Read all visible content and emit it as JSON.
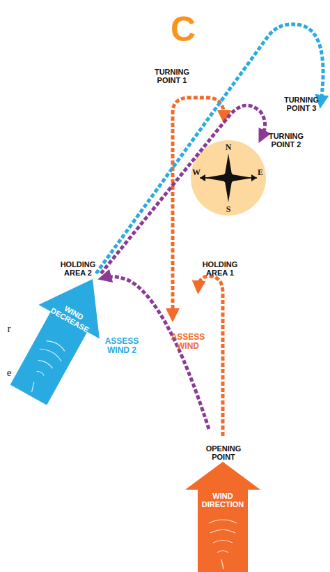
{
  "diagram": {
    "nodes": [
      {
        "text": [
          "N",
          "E",
          "S",
          "W"
        ]
      },
      {
        "text": [
          "WIND DECREASE"
        ]
      },
      {
        "text": [
          "WIND DIRECTION"
        ]
      }
    ],
    "labels": [
      "C",
      "TURNING POINT 1",
      "TURNING POINT 3",
      "TURNING POINT 2",
      "HOLDING AREA 2",
      "HOLDING AREA 1",
      "r",
      "ASSESS WIND 2",
      "ASSESS WIND",
      "e",
      "OPENING POINT"
    ]
  }
}
